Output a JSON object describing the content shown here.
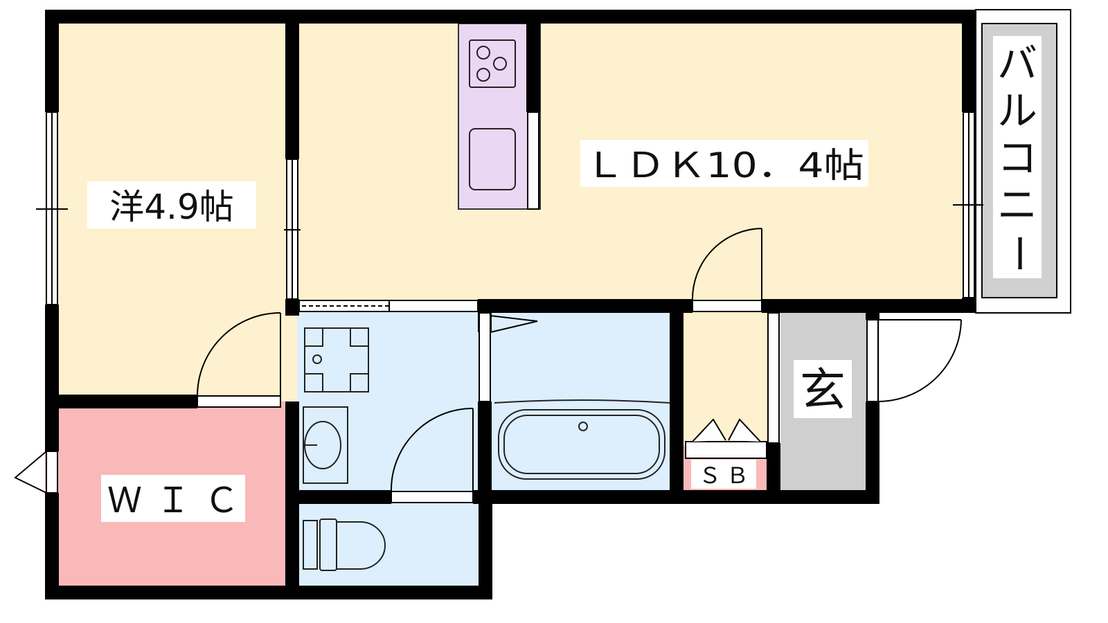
{
  "rooms": {
    "western": {
      "name": "洋4.9帖"
    },
    "ldk": {
      "name": "ＬＤＫ10．4帖"
    },
    "wic": {
      "name": "ＷＩＣ"
    },
    "entrance": {
      "name": "玄"
    },
    "shoe_box": {
      "name": "ＳＢ"
    },
    "balcony": {
      "name": "バルコニー",
      "chars": [
        "バ",
        "ル",
        "コ",
        "ニ",
        "ー"
      ]
    }
  },
  "colors": {
    "wall": "#000000",
    "western_floor": "#fdf1cf",
    "ldk_floor": "#fdf1cf",
    "wic_floor": "#f9b9b9",
    "wet_area": "#ddeefd",
    "entrance_floor": "#cfcfcf",
    "kitchen_counter": "#ead7f3",
    "balcony": "#d0d0d0",
    "label_bg": "#ffffff"
  },
  "icons": [
    "stove-icon",
    "sink-icon",
    "washer-icon",
    "washbasin-icon",
    "bathtub-icon",
    "toilet-icon",
    "door-swing-icon"
  ]
}
